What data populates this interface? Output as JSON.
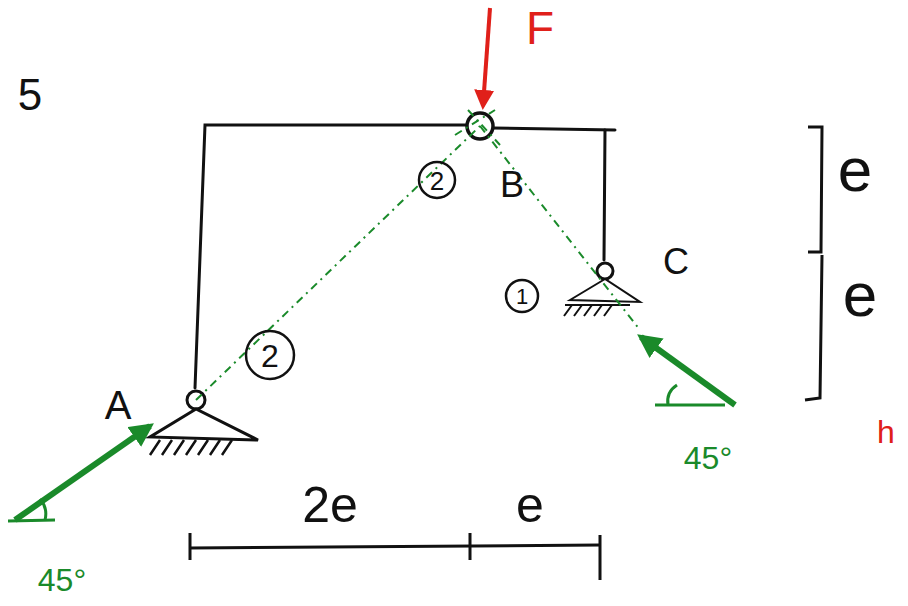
{
  "diagram": {
    "labels": [
      "5",
      "F",
      "B",
      "2",
      "C",
      "1",
      "2",
      "A",
      "e",
      "e",
      "2e",
      "e",
      "45°",
      "45°",
      "h"
    ]
  }
}
